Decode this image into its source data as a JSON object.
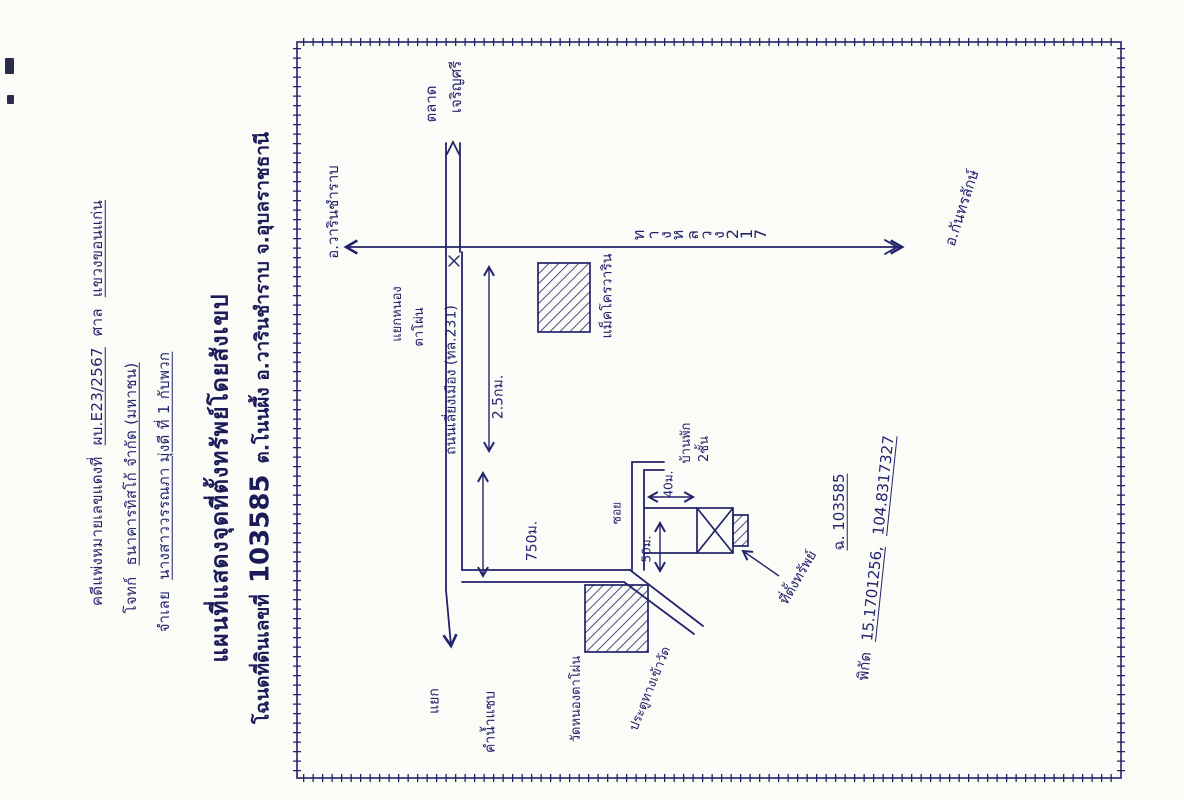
{
  "colors": {
    "ink": "#23236b",
    "paper": "#fbfbf8"
  },
  "header": {
    "case": {
      "label": "คดีแพ่งหมายเลขแดงที่",
      "number": "ผบ.E23/2567",
      "court_label": "ศาล",
      "court": "แขวงขอนแก่น"
    },
    "plaintiff": {
      "label": "โจทก์",
      "name": "ธนาคารทิสโก้ จำกัด (มหาชน)"
    },
    "defendant": {
      "label": "จำเลย",
      "name": "นางสาววรรณภา มุ่งดี ที่ 1 กับพวก"
    },
    "title": "แผนที่แสดงจุดที่ตั้งทรัพย์โดยสังเขป",
    "deed": {
      "label": "โฉนดที่ดินเลขที่",
      "number": "103585",
      "location": "ต.โนนผึ้ง อ.วารินชำราบ จ.อุบลราชธานี"
    }
  },
  "map": {
    "market_line1": "ตลาด",
    "market_line2": "เจริญศรี",
    "direction_west": "อ.วารินชำราบ",
    "direction_east": "อ.กันทรลักษ์",
    "highway": "ทางหลวง 217",
    "junction_line1": "แยกหนอง",
    "junction_line2": "ตาโผ่น",
    "junction_mark": "x",
    "bypass_road": "ถนนเลี่ยงเมือง (ทล.231)",
    "distance_2_5km": "2.5กม.",
    "distance_750m": "750ม.",
    "distance_40m": "40ม.",
    "distance_50m": "50ม.",
    "makro": "แม็คโครวาริน",
    "soi": "ซอย",
    "house_line1": "บ้านพัก",
    "house_line2": "2ชั้น",
    "property_label": "ที่ตั้งทรัพย์",
    "property_deed": "ฉ. 103585",
    "coords_label": "พิกัด",
    "coords_lat": "15.1701256,",
    "coords_lng": "104.8317327",
    "south_line1": "แยก",
    "south_line2": "คำน้ำแซบ",
    "temple": "วัดหนองตาโผ่น",
    "temple_gate": "ประตูทางเข้าวัด"
  }
}
